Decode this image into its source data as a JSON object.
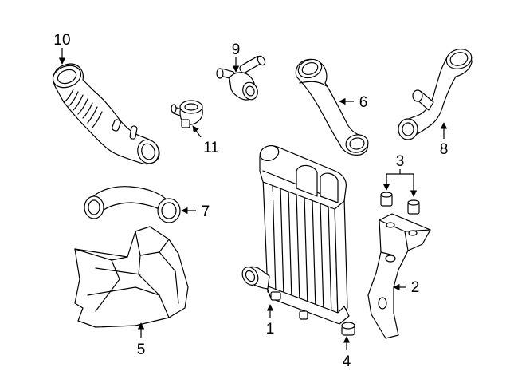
{
  "diagram": {
    "background": "#ffffff",
    "line_color": "#000000",
    "callouts": [
      {
        "id": "c1",
        "label": "1"
      },
      {
        "id": "c2",
        "label": "2"
      },
      {
        "id": "c3",
        "label": "3"
      },
      {
        "id": "c4",
        "label": "4"
      },
      {
        "id": "c5",
        "label": "5"
      },
      {
        "id": "c6",
        "label": "6"
      },
      {
        "id": "c7",
        "label": "7"
      },
      {
        "id": "c8",
        "label": "8"
      },
      {
        "id": "c9",
        "label": "9"
      },
      {
        "id": "c10",
        "label": "10"
      },
      {
        "id": "c11",
        "label": "11"
      }
    ]
  }
}
